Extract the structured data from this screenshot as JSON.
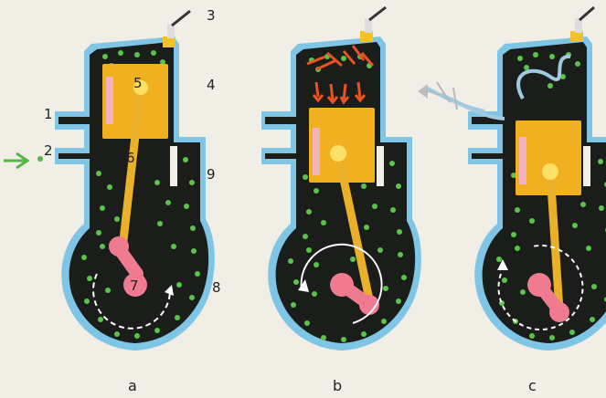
{
  "colors": {
    "page": "#f1eee6",
    "outline": "#7fc6e6",
    "engine_body": "#1b1d1a",
    "fuel_mix": "#5bc44a",
    "piston": "#f0b020",
    "connecting_rod": "#eab02a",
    "crank": "#f07a90",
    "ignition_flash": "#e8531f",
    "exhaust_gas": "#9fcbe0",
    "spark_plug": "#f2c229",
    "inlet_arrow": "#57b84a"
  },
  "icons": [
    "spark-plug-icon",
    "inlet-arrow-icon",
    "rotation-arrow-icon",
    "exhaust-smoke-icon"
  ],
  "part_labels": {
    "n1": "1",
    "n2": "2",
    "n3": "3",
    "n4": "4",
    "n5": "5",
    "n6": "6",
    "n7": "7",
    "n8": "8",
    "n9": "9"
  },
  "captions": {
    "a": "a",
    "b": "b",
    "c": "c"
  }
}
